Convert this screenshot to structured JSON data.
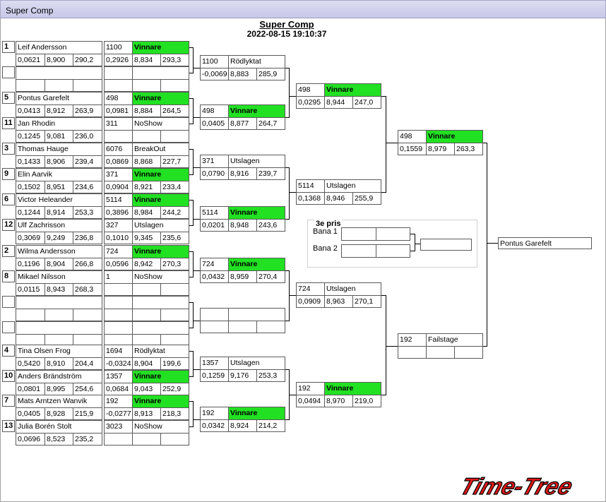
{
  "window": {
    "title": "Super Comp"
  },
  "header": {
    "title": "Super Comp",
    "datetime": "2022-08-15 19:10:37"
  },
  "third_prize": {
    "title": "3e pris",
    "lane1": "Bana 1",
    "lane2": "Bana 2"
  },
  "champion": "Pontus Garefelt",
  "logo": "Time-Tree",
  "r1_drivers": [
    {
      "seed": "1",
      "name": "Leif Andersson",
      "rt": "0,0621",
      "et": "8,900",
      "mph": "290,2"
    },
    {
      "seed": "",
      "name": "",
      "rt": "",
      "et": "",
      "mph": ""
    },
    {
      "seed": "5",
      "name": "Pontus Garefelt",
      "rt": "0,0413",
      "et": "8,912",
      "mph": "263,9"
    },
    {
      "seed": "11",
      "name": "Jan Rhodin",
      "rt": "0,1245",
      "et": "9,081",
      "mph": "236,0"
    },
    {
      "seed": "3",
      "name": "Thomas Hauge",
      "rt": "0,1433",
      "et": "8,906",
      "mph": "239,4"
    },
    {
      "seed": "9",
      "name": "Elin Aarvik",
      "rt": "0,1502",
      "et": "8,951",
      "mph": "234,6"
    },
    {
      "seed": "6",
      "name": "Victor Heleander",
      "rt": "0,1244",
      "et": "8,914",
      "mph": "253,3"
    },
    {
      "seed": "12",
      "name": "Ulf Zachrisson",
      "rt": "0,3069",
      "et": "9,249",
      "mph": "236,8"
    },
    {
      "seed": "2",
      "name": "Wilma Andersson",
      "rt": "0,1196",
      "et": "8,904",
      "mph": "266,8"
    },
    {
      "seed": "8",
      "name": "Mikael Nilsson",
      "rt": "0,0115",
      "et": "8,943",
      "mph": "268,3"
    },
    {
      "seed": "",
      "name": "",
      "rt": "",
      "et": "",
      "mph": ""
    },
    {
      "seed": "",
      "name": "",
      "rt": "",
      "et": "",
      "mph": ""
    },
    {
      "seed": "4",
      "name": "Tina Olsen Frog",
      "rt": "0,5420",
      "et": "8,910",
      "mph": "204,4"
    },
    {
      "seed": "10",
      "name": "Anders Brändström",
      "rt": "0,0801",
      "et": "8,995",
      "mph": "254,6"
    },
    {
      "seed": "7",
      "name": "Mats Arntzen Wanvik",
      "rt": "0,0405",
      "et": "8,928",
      "mph": "215,9"
    },
    {
      "seed": "13",
      "name": "Julia Borén Stolt",
      "rt": "0,0696",
      "et": "8,523",
      "mph": "235,2"
    }
  ],
  "r2_results": [
    {
      "dial": "1100",
      "status": "Vinnare",
      "rt": "0,2926",
      "et": "8,834",
      "mph": "293,3",
      "win": true
    },
    {
      "dial": "",
      "status": "",
      "rt": "",
      "et": "",
      "mph": "",
      "win": false
    },
    {
      "dial": "498",
      "status": "Vinnare",
      "rt": "0,0981",
      "et": "8,884",
      "mph": "264,5",
      "win": true
    },
    {
      "dial": "311",
      "status": "NoShow",
      "rt": "",
      "et": "",
      "mph": "",
      "win": false
    },
    {
      "dial": "6076",
      "status": "BreakOut",
      "rt": "0,0869",
      "et": "8,868",
      "mph": "227,7",
      "win": false
    },
    {
      "dial": "371",
      "status": "Vinnare",
      "rt": "0,0904",
      "et": "8,921",
      "mph": "233,4",
      "win": true
    },
    {
      "dial": "5114",
      "status": "Vinnare",
      "rt": "0,3896",
      "et": "8,984",
      "mph": "244,2",
      "win": true
    },
    {
      "dial": "327",
      "status": "Utslagen",
      "rt": "0,1010",
      "et": "9,345",
      "mph": "235,6",
      "win": false
    },
    {
      "dial": "724",
      "status": "Vinnare",
      "rt": "0,0596",
      "et": "8,942",
      "mph": "270,3",
      "win": true
    },
    {
      "dial": "1",
      "status": "NoShow",
      "rt": "",
      "et": "",
      "mph": "",
      "win": false
    },
    {
      "dial": "",
      "status": "",
      "rt": "",
      "et": "",
      "mph": "",
      "win": false
    },
    {
      "dial": "",
      "status": "",
      "rt": "",
      "et": "",
      "mph": "",
      "win": false
    },
    {
      "dial": "1694",
      "status": "Rödlyktat",
      "rt": "-0,0324",
      "et": "8,904",
      "mph": "199,6",
      "win": false
    },
    {
      "dial": "1357",
      "status": "Vinnare",
      "rt": "0,0684",
      "et": "9,043",
      "mph": "252,9",
      "win": true
    },
    {
      "dial": "192",
      "status": "Vinnare",
      "rt": "-0,0277",
      "et": "8,913",
      "mph": "218,3",
      "win": true
    },
    {
      "dial": "3023",
      "status": "NoShow",
      "rt": "",
      "et": "",
      "mph": "",
      "win": false
    }
  ],
  "r3_results": [
    {
      "dial": "1100",
      "status": "Rödlyktat",
      "rt": "-0,0069",
      "et": "8,883",
      "mph": "285,9",
      "win": false
    },
    {
      "dial": "498",
      "status": "Vinnare",
      "rt": "0,0405",
      "et": "8,877",
      "mph": "264,7",
      "win": true
    },
    {
      "dial": "371",
      "status": "Utslagen",
      "rt": "0,0790",
      "et": "8,916",
      "mph": "239,7",
      "win": false
    },
    {
      "dial": "5114",
      "status": "Vinnare",
      "rt": "0,0201",
      "et": "8,948",
      "mph": "243,6",
      "win": true
    },
    {
      "dial": "724",
      "status": "Vinnare",
      "rt": "0,0432",
      "et": "8,959",
      "mph": "270,4",
      "win": true
    },
    {
      "dial": "",
      "status": "",
      "rt": "",
      "et": "",
      "mph": "",
      "win": false
    },
    {
      "dial": "1357",
      "status": "Utslagen",
      "rt": "0,1259",
      "et": "9,176",
      "mph": "253,3",
      "win": false
    },
    {
      "dial": "192",
      "status": "Vinnare",
      "rt": "0,0342",
      "et": "8,924",
      "mph": "214,2",
      "win": true
    }
  ],
  "r4_results": [
    {
      "dial": "498",
      "status": "Vinnare",
      "rt": "0,0295",
      "et": "8,944",
      "mph": "247,0",
      "win": true
    },
    {
      "dial": "5114",
      "status": "Utslagen",
      "rt": "0,1368",
      "et": "8,946",
      "mph": "255,9",
      "win": false
    },
    {
      "dial": "724",
      "status": "Utslagen",
      "rt": "0,0909",
      "et": "8,963",
      "mph": "270,1",
      "win": false
    },
    {
      "dial": "192",
      "status": "Vinnare",
      "rt": "0,0494",
      "et": "8,970",
      "mph": "219,0",
      "win": true
    }
  ],
  "r5_results": [
    {
      "dial": "498",
      "status": "Vinnare",
      "rt": "0,1559",
      "et": "8,979",
      "mph": "263,3",
      "win": true
    },
    {
      "dial": "192",
      "status": "Failstage",
      "rt": "",
      "et": "",
      "mph": "",
      "win": false
    }
  ]
}
